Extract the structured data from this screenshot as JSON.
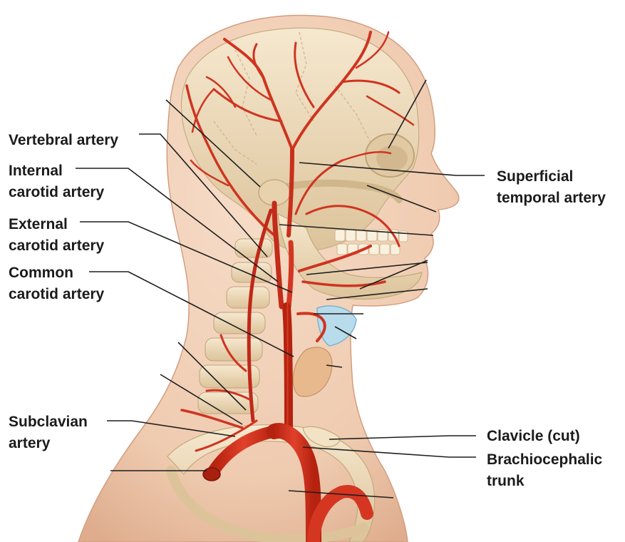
{
  "labels": {
    "vertebral": [
      "Vertebral artery"
    ],
    "internal_carotid": [
      "Internal",
      "carotid artery"
    ],
    "external_carotid": [
      "External",
      "carotid artery"
    ],
    "common_carotid": [
      "Common",
      "carotid artery"
    ],
    "subclavian": [
      "Subclavian",
      "artery"
    ],
    "superficial_temporal": [
      "Superficial",
      "temporal artery"
    ],
    "clavicle": [
      "Clavicle (cut)"
    ],
    "brachiocephalic": [
      "Brachiocephalic",
      "trunk"
    ]
  },
  "colors": {
    "skin": "#f1cfb6",
    "skin_shadow": "#e0b193",
    "bone": "#efdcbc",
    "bone_shadow": "#cdb48b",
    "artery": "#d6321f",
    "artery_dark": "#a51d12",
    "gland": "#a9d4e8",
    "leader": "#1e1e1e"
  }
}
